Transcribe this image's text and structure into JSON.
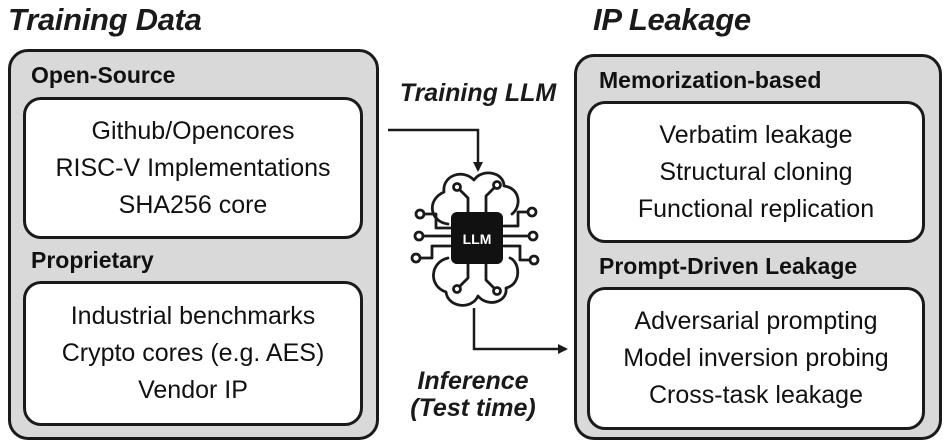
{
  "training_data": {
    "heading": "Training Data",
    "open_source": {
      "title": "Open-Source",
      "items": [
        "Github/Opencores",
        "RISC-V Implementations",
        "SHA256 core"
      ]
    },
    "proprietary": {
      "title": "Proprietary",
      "items": [
        "Industrial benchmarks",
        "Crypto cores (e.g. AES)",
        "Vendor IP"
      ]
    }
  },
  "ip_leakage": {
    "heading": "IP Leakage",
    "memorization": {
      "title": "Memorization-based",
      "items": [
        "Verbatim leakage",
        "Structural cloning",
        "Functional replication"
      ]
    },
    "prompt_driven": {
      "title": "Prompt-Driven Leakage",
      "items": [
        "Adversarial prompting",
        "Model inversion probing",
        "Cross-task leakage"
      ]
    }
  },
  "flow": {
    "training_label": "Training LLM",
    "inference_label_line1": "Inference",
    "inference_label_line2": "(Test time)",
    "llm_chip_label": "LLM"
  },
  "colors": {
    "panel_fill": "#d9d9d9",
    "box_fill": "#ffffff",
    "stroke": "#1a1a1a"
  },
  "icons": {
    "llm_icon": "brain-circuit-chip-icon"
  }
}
